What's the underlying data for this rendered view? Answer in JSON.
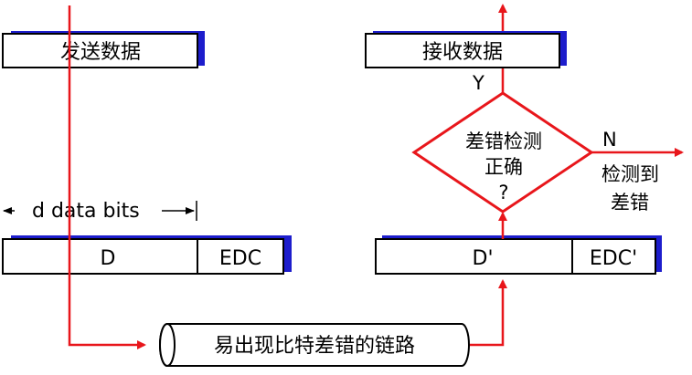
{
  "sender": {
    "send_label": "发送数据",
    "bits_label": "d data bits",
    "data_label": "D",
    "edc_label": "EDC"
  },
  "receiver": {
    "receive_label": "接收数据",
    "data_label": "D'",
    "edc_label": "EDC'",
    "decision_line1": "差错检测",
    "decision_line2": "正确",
    "decision_line3": "?",
    "yes_label": "Y",
    "no_label": "N",
    "error_line1": "检测到",
    "error_line2": "差错"
  },
  "link": {
    "label": "易出现比特差错的链路"
  },
  "colors": {
    "arrow": "#e8161b",
    "shadow": "#1d1dcc",
    "box_border": "#000000"
  }
}
